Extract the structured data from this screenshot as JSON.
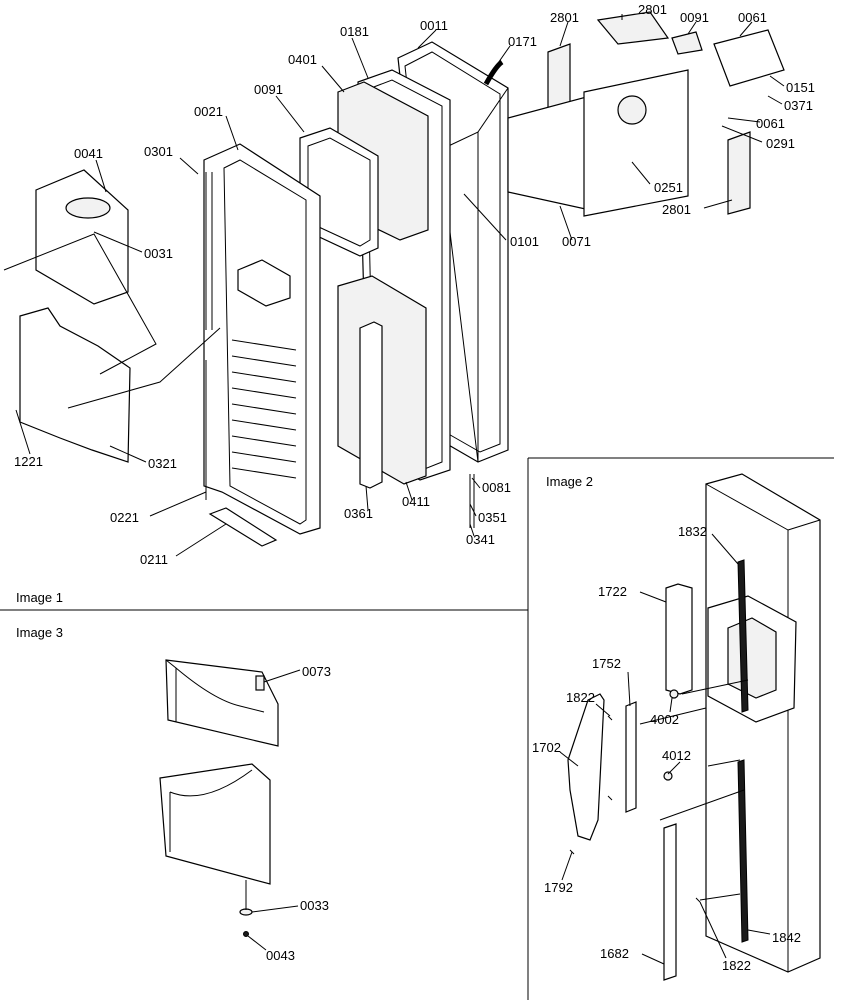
{
  "sections": {
    "image1": "Image 1",
    "image2": "Image 2",
    "image3": "Image 3"
  },
  "image1_parts": [
    "0011",
    "0181",
    "0171",
    "2801",
    "2801",
    "0091",
    "0061",
    "0401",
    "0091",
    "0021",
    "0301",
    "0041",
    "0031",
    "0151",
    "0371",
    "0061",
    "0291",
    "0251",
    "0101",
    "0071",
    "2801",
    "1221",
    "0321",
    "0221",
    "0211",
    "0361",
    "0411",
    "0081",
    "0351",
    "0341"
  ],
  "image2_parts": [
    "1832",
    "1722",
    "1752",
    "1822",
    "4002",
    "1702",
    "4012",
    "1792",
    "1682",
    "1822",
    "1842"
  ],
  "image3_parts": [
    "0073",
    "0033",
    "0043"
  ]
}
